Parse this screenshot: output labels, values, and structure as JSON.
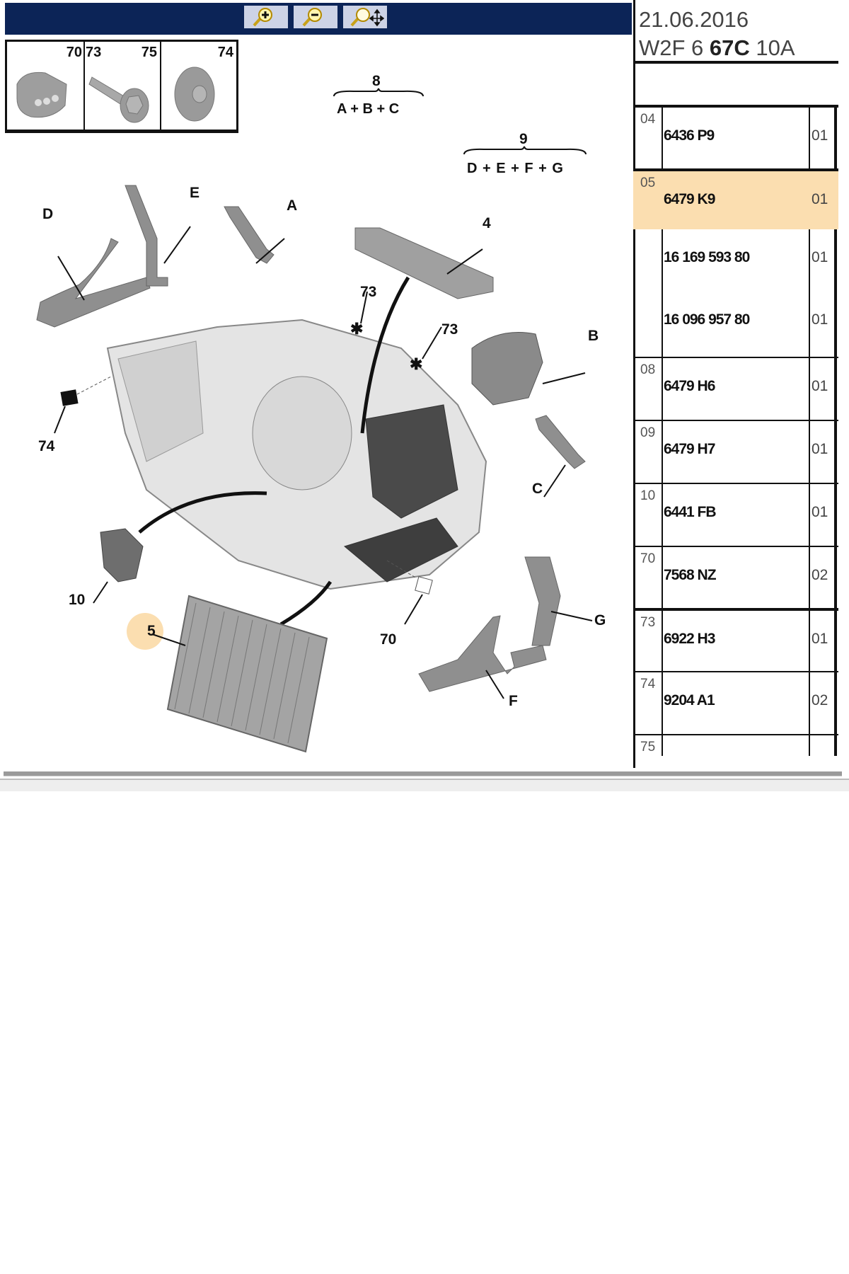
{
  "toolbar": {
    "background": "#0c2457",
    "buttons": [
      {
        "name": "zoom-in",
        "icon": "magnifier-plus-icon"
      },
      {
        "name": "zoom-out",
        "icon": "magnifier-minus-icon"
      },
      {
        "name": "pan",
        "icon": "magnifier-pan-icon"
      }
    ]
  },
  "diagram": {
    "thumbnails": [
      {
        "labels": [
          "70"
        ],
        "part": "clip"
      },
      {
        "labels": [
          "73",
          "75"
        ],
        "part": "screw"
      },
      {
        "labels": [
          "74"
        ],
        "part": "washer-nut"
      }
    ],
    "group_8": {
      "number": "8",
      "formula": "A + B + C"
    },
    "group_9": {
      "number": "9",
      "formula": "D + E + F + G"
    },
    "callouts": {
      "D": "D",
      "E": "E",
      "A": "A",
      "B": "B",
      "C": "C",
      "F": "F",
      "G": "G",
      "n4": "4",
      "n73a": "73",
      "n73b": "73",
      "n74": "74",
      "n10": "10",
      "n5": "5",
      "n70": "70"
    },
    "highlight_color": "#fbdeb0"
  },
  "panel": {
    "date": "21.06.2016",
    "code_prefix": "W2F 6 ",
    "code_bold": "67C",
    "code_suffix": " 10A",
    "rows": [
      {
        "index": "04",
        "ref": "6436 P9",
        "qty": "01",
        "selected": false
      },
      {
        "index": "05",
        "ref": "6479 K9",
        "qty": "01",
        "selected": true
      },
      {
        "index": "",
        "ref": "16 169 593 80",
        "qty": "01",
        "selected": false
      },
      {
        "index": "",
        "ref": "16 096 957 80",
        "qty": "01",
        "selected": false
      },
      {
        "index": "08",
        "ref": "6479 H6",
        "qty": "01",
        "selected": false
      },
      {
        "index": "09",
        "ref": "6479 H7",
        "qty": "01",
        "selected": false
      },
      {
        "index": "10",
        "ref": "6441 FB",
        "qty": "01",
        "selected": false
      },
      {
        "index": "70",
        "ref": "7568 NZ",
        "qty": "02",
        "selected": false
      },
      {
        "index": "73",
        "ref": "6922 H3",
        "qty": "01",
        "selected": false
      },
      {
        "index": "74",
        "ref": "9204 A1",
        "qty": "02",
        "selected": false
      },
      {
        "index": "75",
        "ref": "",
        "qty": "",
        "selected": false
      }
    ]
  }
}
